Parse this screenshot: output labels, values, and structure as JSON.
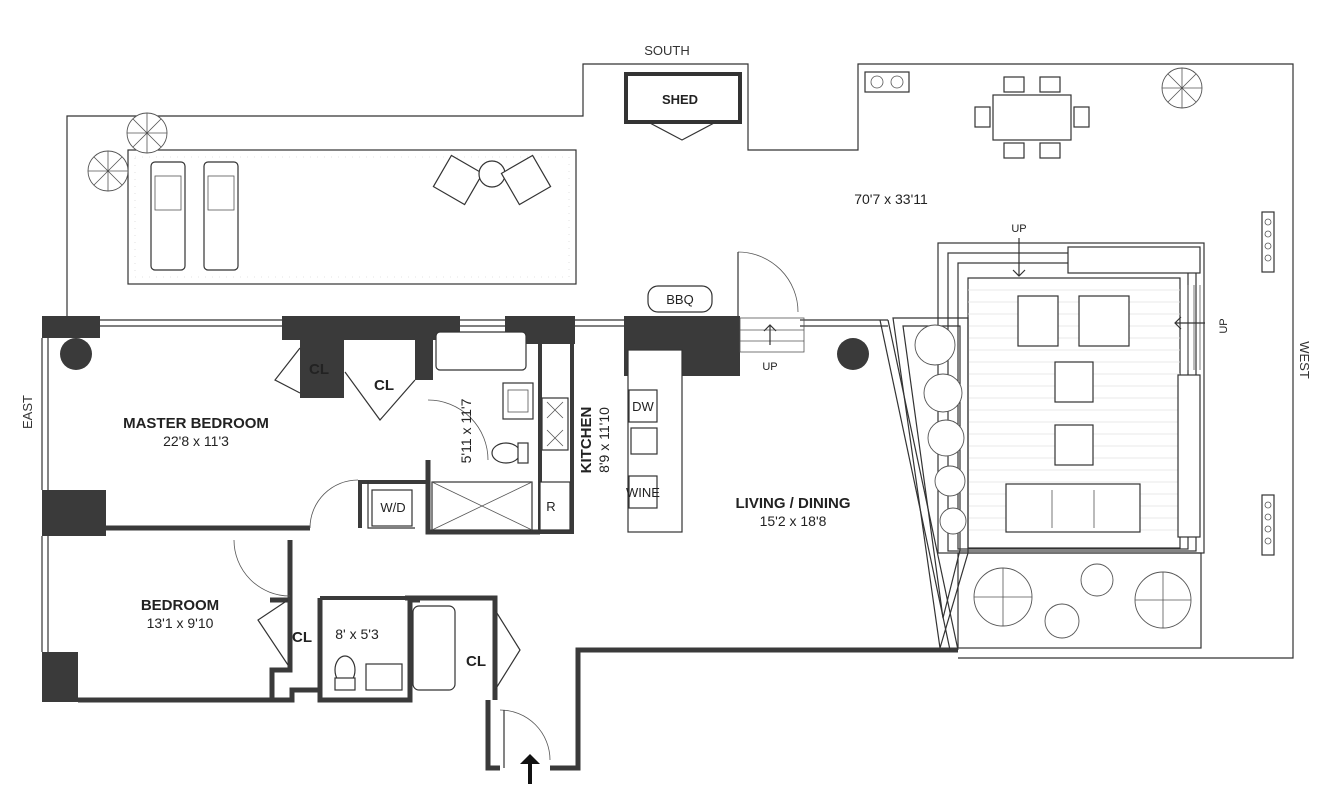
{
  "compass": {
    "south": "SOUTH",
    "east": "EAST",
    "west": "WEST"
  },
  "terrace": {
    "dimensions": "70'7 x 33'11"
  },
  "shed": {
    "label": "SHED"
  },
  "bbq": {
    "label": "BBQ"
  },
  "stairs": {
    "up_1": "UP",
    "up_2": "UP",
    "up_3": "UP"
  },
  "rooms": {
    "master_bedroom": {
      "name": "MASTER BEDROOM",
      "dims": "22'8 x 11'3"
    },
    "bedroom": {
      "name": "BEDROOM",
      "dims": "13'1 x 9'10"
    },
    "living_dining": {
      "name": "LIVING / DINING",
      "dims": "15'2 x 18'8"
    },
    "kitchen": {
      "name": "KITCHEN",
      "dims": "8'9 x 11'10"
    },
    "master_bath": {
      "dims": "5'11 x 11'7"
    },
    "bath_2": {
      "dims": "8' x 5'3"
    }
  },
  "closets": {
    "cl_1": "CL",
    "cl_2": "CL",
    "cl_3": "CL",
    "cl_4": "CL"
  },
  "fixtures": {
    "wd": "W/D",
    "dw": "DW",
    "wine": "WINE",
    "fridge": "R"
  }
}
